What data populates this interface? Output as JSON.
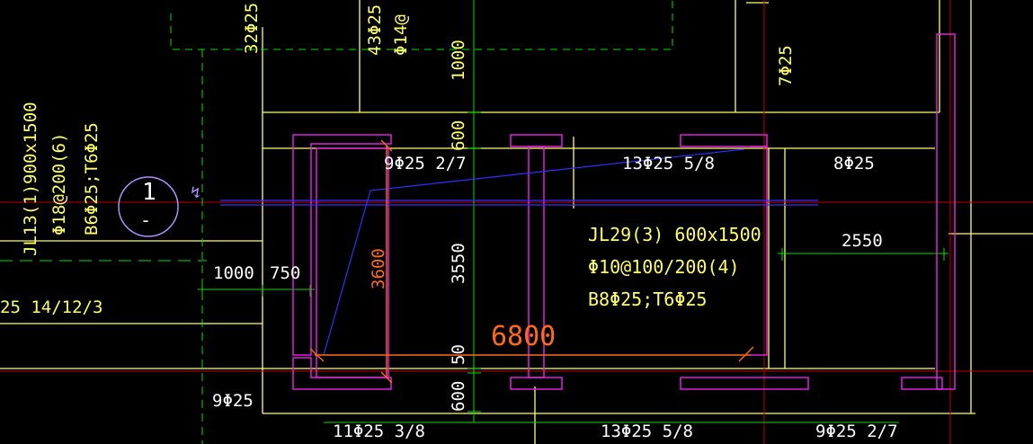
{
  "colors": {
    "background": "#000000",
    "yellow": "#ffff66",
    "green": "#00e000",
    "magenta": "#e020e0",
    "blue": "#3030ff",
    "orange": "#ff6a1a",
    "red": "#c00000",
    "white": "#ffffff",
    "lavender": "#b090ff"
  },
  "labels": {
    "rebar_32": "32Φ25",
    "rebar_43": "43Φ25",
    "stirrup_14": "Φ14@",
    "dim_1000_top": "1000",
    "rebar_7": "7Φ25",
    "dim_600_top": "600",
    "rebar_9_top": "9Φ25 2/7",
    "rebar_13_top": "13Φ25 5/8",
    "rebar_8_top": "8Φ25",
    "beam13_line1": "JL13(1)900x1500",
    "beam13_line2": "Φ18@200(6)",
    "beam13_line3": "B6Φ25;T6Φ25",
    "section_number": "1",
    "section_sub": "-",
    "section_arrow": "↯",
    "beam29_line1": "JL29(3) 600x1500",
    "beam29_line2": "Φ10@100/200(4)",
    "beam29_line3": "B8Φ25;T6Φ25",
    "dim_2550": "2550",
    "dim_3600": "3600",
    "dim_3550": "3550",
    "dim_1000_left": "1000",
    "dim_750": "750",
    "rebar_left_mid": "25 14/12/3",
    "dim_6800": "6800",
    "dim_50": "50",
    "dim_600_bottom": "600",
    "rebar_9_left": "9Φ25",
    "rebar_11_bottom": "11Φ25 3/8",
    "rebar_13_bottom": "13Φ25 5/8",
    "rebar_9_bottom": "9Φ25 2/7"
  }
}
